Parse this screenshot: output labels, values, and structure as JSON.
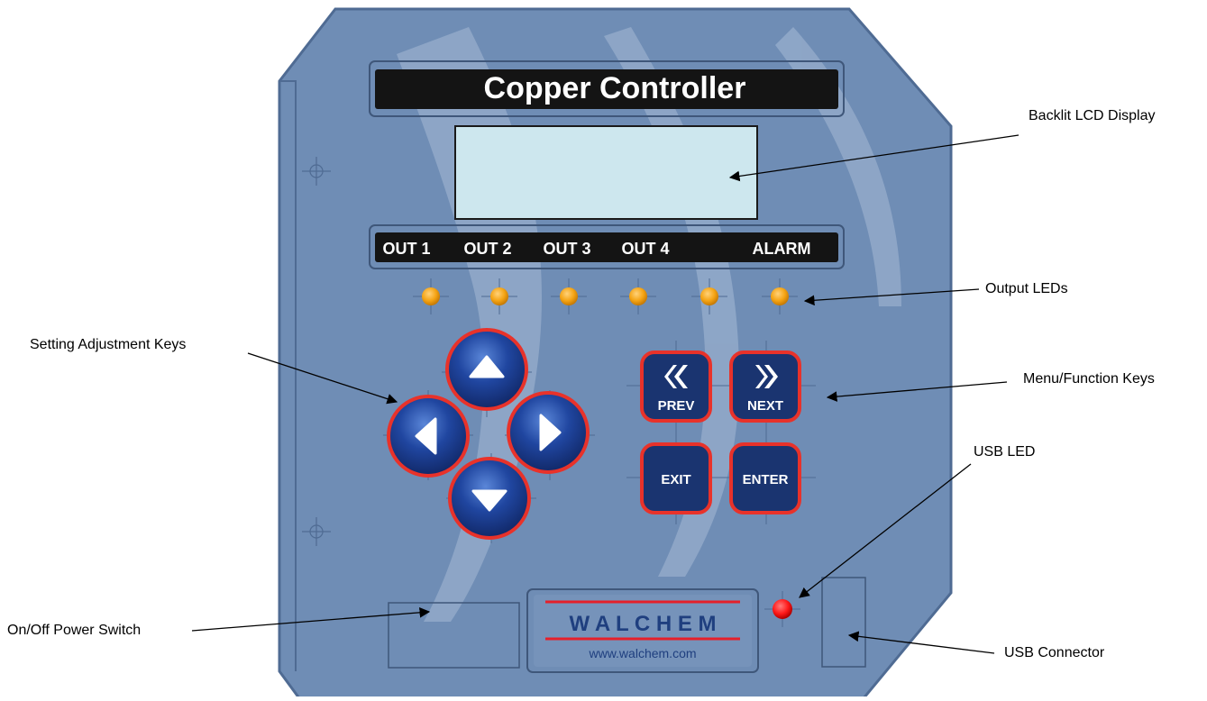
{
  "panel": {
    "title": "Copper Controller",
    "output_labels": [
      "OUT 1",
      "OUT 2",
      "OUT 3",
      "OUT 4"
    ],
    "alarm_label": "ALARM",
    "keys": {
      "prev": "PREV",
      "next": "NEXT",
      "exit": "EXIT",
      "enter": "ENTER"
    },
    "brand": "W A L C H E M",
    "website": "www.walchem.com"
  },
  "callouts": {
    "lcd": "Backlit LCD Display",
    "output_leds": "Output LEDs",
    "adjust_keys": "Setting Adjustment Keys",
    "menu_keys": "Menu/Function Keys",
    "usb_led": "USB LED",
    "power_switch": "On/Off Power Switch",
    "usb_connector": "USB Connector"
  },
  "colors": {
    "panel_blue": "#6f8db5",
    "panel_edge": "#4f6b93",
    "lcd_background": "#cde7ee",
    "label_strip": "#141414",
    "led_orange": "#f5a414",
    "usb_led_red": "#ff1a1a",
    "key_blue": "#1e3f8f",
    "key_rim_red": "#e8322a",
    "brand_red": "#e5202a",
    "brand_blue": "#1f3f7f"
  }
}
